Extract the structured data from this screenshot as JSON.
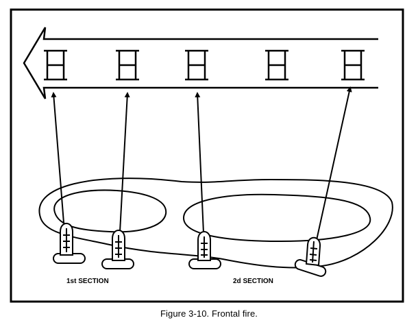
{
  "figure": {
    "caption": "Figure 3-10.  Frontal fire.",
    "labels": {
      "first_section": "1st SECTION",
      "second_section": "2d SECTION"
    }
  },
  "colors": {
    "ink": "#000000",
    "paper": "#ffffff"
  }
}
